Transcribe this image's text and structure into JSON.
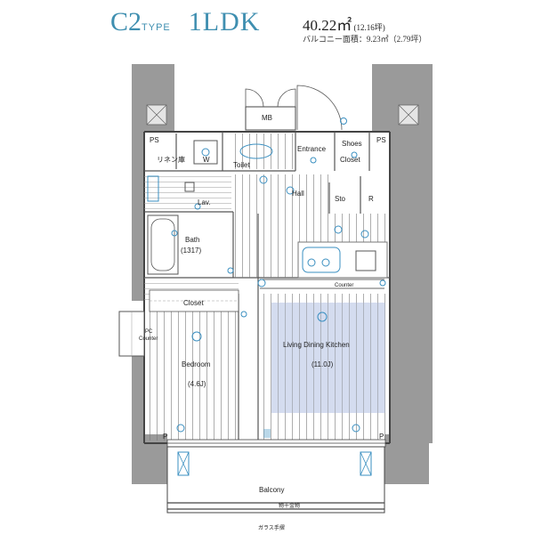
{
  "header": {
    "type_code": "C2",
    "type_word": "TYPE",
    "layout": "1LDK",
    "area": "40.22㎡",
    "area_tsubo": "(12.16坪)",
    "balcony_area": "バルコニー面積：9.23㎡（2.79坪）"
  },
  "labels": {
    "mb": "MB",
    "ps_left": "PS",
    "ps_right": "PS",
    "linen": "リネン庫",
    "w": "W",
    "toilet": "Toilet",
    "entrance": "Entrance",
    "shoes_closet_1": "Shoes",
    "shoes_closet_2": "Closet",
    "hall": "Hall",
    "sto": "Sto",
    "r": "R",
    "lav": "Lav.",
    "bath_1": "Bath",
    "bath_2": "(1317)",
    "counter_upper": "Counter",
    "closet": "Closet",
    "pc_1": "PC",
    "pc_2": "Counter",
    "bedroom_1": "Bedroom",
    "bedroom_2": "(4.6J)",
    "ldk_1": "Living Dining Kitchen",
    "ldk_2": "(11.0J)",
    "p_left": "P",
    "p_right": "P",
    "balcony": "Balcony",
    "hardware": "物干金物",
    "glass_rail": "ガラス手摺"
  },
  "colors": {
    "wall": "#9a9a9a",
    "line": "#555555",
    "accent": "#3a8fc0",
    "ldk_fill": "#d4dcef"
  }
}
